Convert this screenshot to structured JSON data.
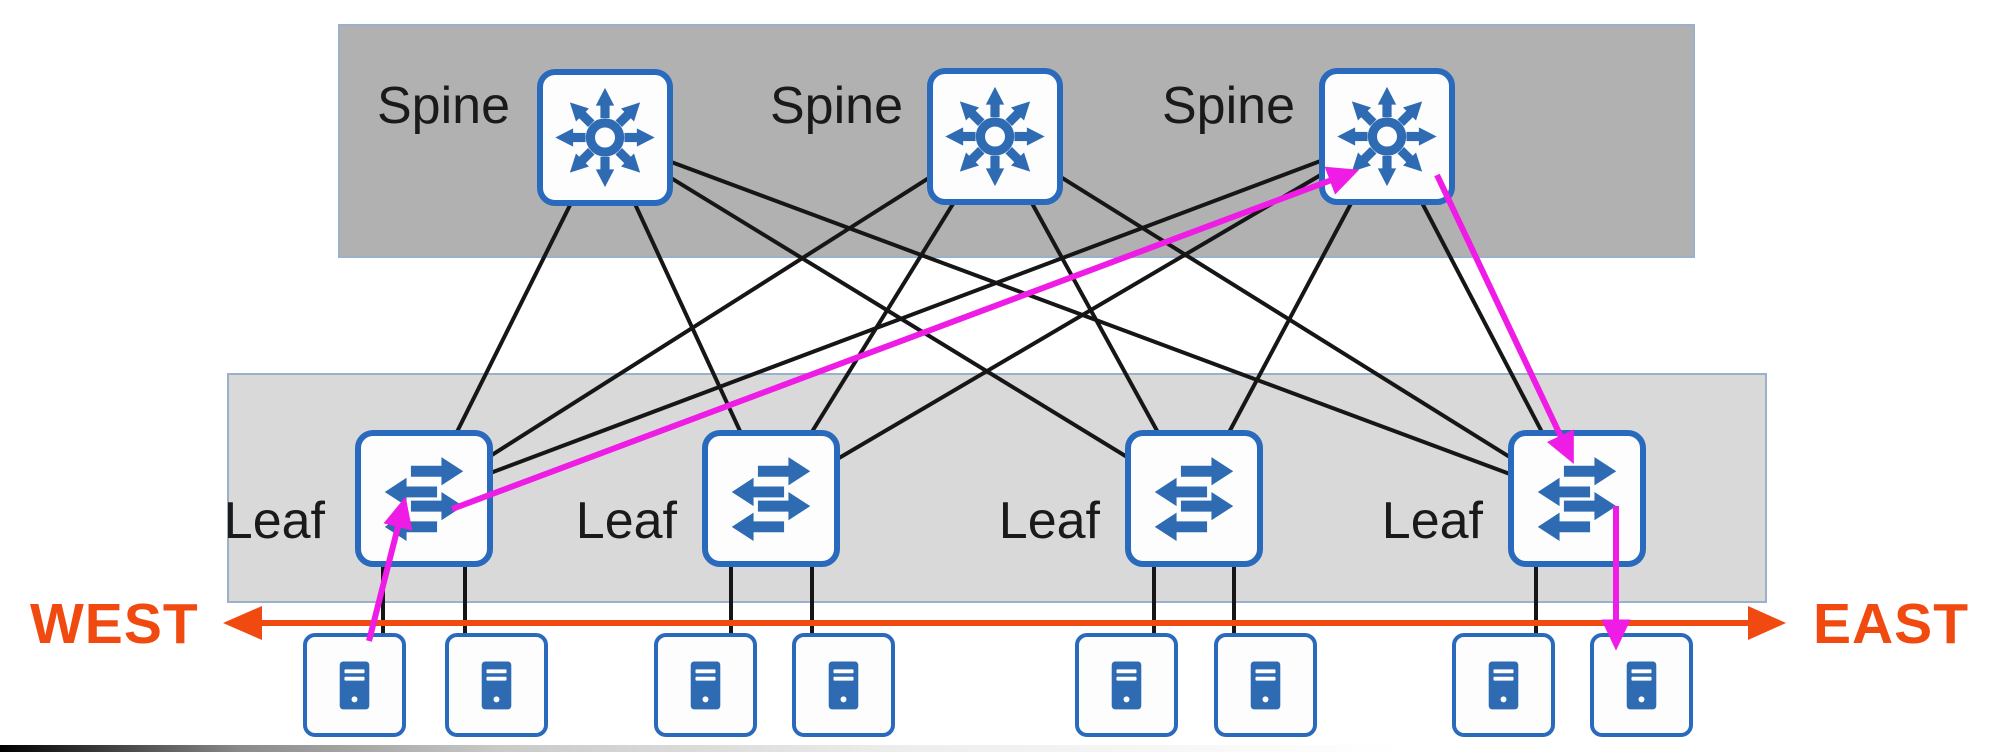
{
  "nodes": {
    "spines": [
      {
        "label": "Spine",
        "icon": "multilayer-switch-icon"
      },
      {
        "label": "Spine",
        "icon": "multilayer-switch-icon"
      },
      {
        "label": "Spine",
        "icon": "multilayer-switch-icon"
      }
    ],
    "leaves": [
      {
        "label": "Leaf",
        "icon": "l2-switch-icon"
      },
      {
        "label": "Leaf",
        "icon": "l2-switch-icon"
      },
      {
        "label": "Leaf",
        "icon": "l2-switch-icon"
      },
      {
        "label": "Leaf",
        "icon": "l2-switch-icon"
      }
    ],
    "servers": {
      "count": 8,
      "icon": "server-icon"
    }
  },
  "axis": {
    "west_label": "WEST",
    "east_label": "EAST"
  },
  "links": {
    "spine_leaf": "full-mesh (3 spines x 4 leaves)",
    "leaf_server": "each leaf to two servers"
  },
  "traffic_flow": {
    "path": [
      "server-1",
      "leaf-1",
      "spine-3",
      "leaf-4",
      "server-8"
    ],
    "color": "#ee1ce4"
  },
  "colors": {
    "node_border_blue": "#2a6abd",
    "icon_blue": "#2e6bb2",
    "spine_band_fill": "#b1b1b1",
    "leaf_band_fill": "#d9d9d9",
    "band_border": "#9ab1c9",
    "link_black": "#161616",
    "axis_orange": "#f14a11",
    "flow_magenta": "#ee1ce4",
    "background": "#ffffff"
  }
}
